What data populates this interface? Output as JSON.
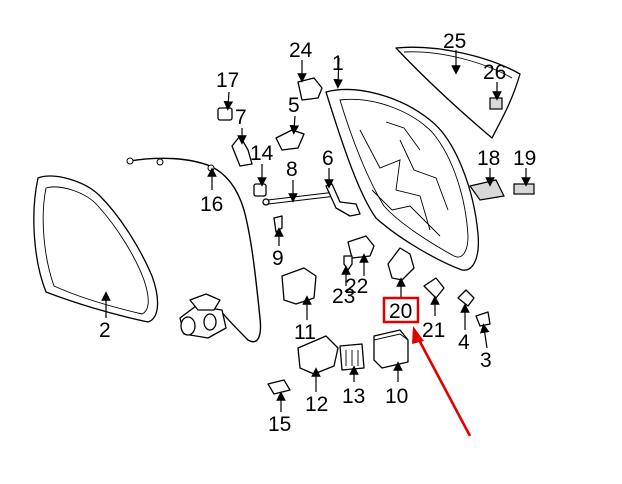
{
  "diagram": {
    "callouts": [
      "1",
      "2",
      "3",
      "4",
      "5",
      "6",
      "7",
      "8",
      "9",
      "10",
      "11",
      "12",
      "13",
      "14",
      "15",
      "16",
      "17",
      "18",
      "19",
      "20",
      "21",
      "22",
      "23",
      "24",
      "25",
      "26"
    ],
    "highlighted_callout": "20",
    "colors": {
      "highlight": "#e00000",
      "line": "#000000",
      "background": "#ffffff"
    }
  }
}
